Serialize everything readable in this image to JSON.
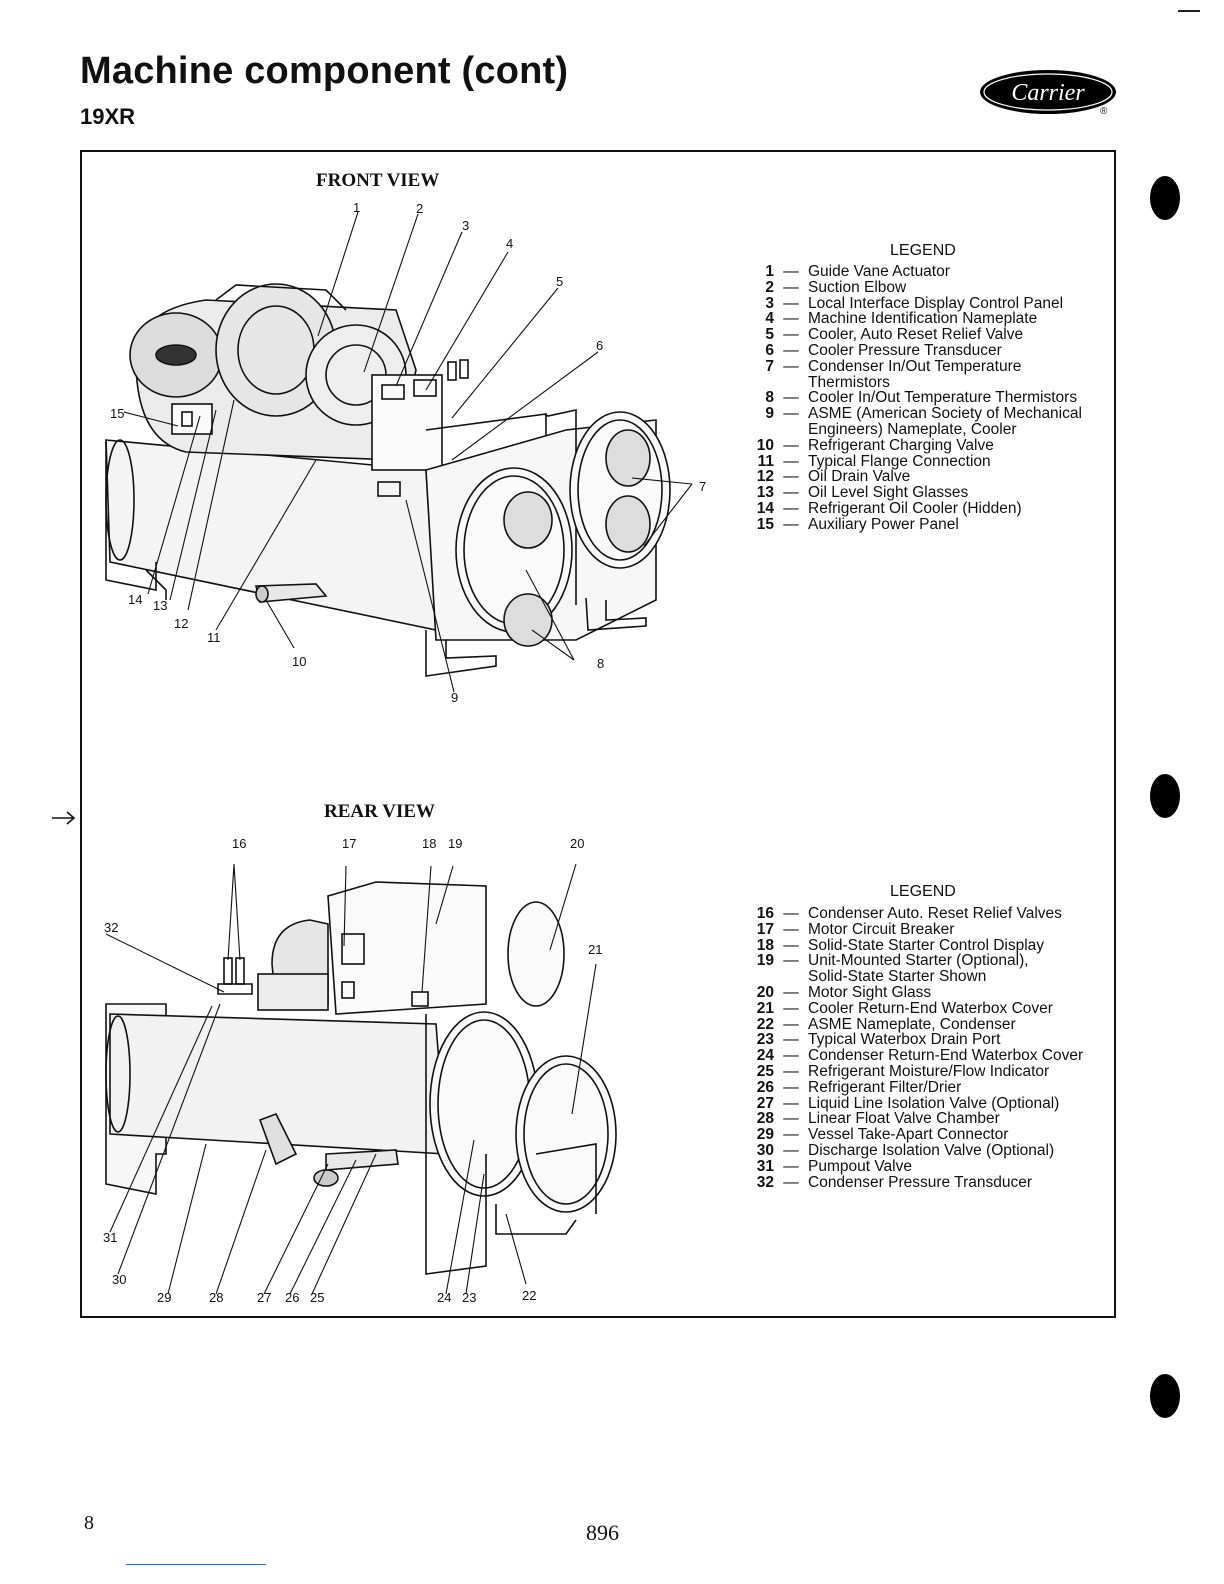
{
  "header": {
    "title": "Machine component (cont)",
    "subtitle": "19XR",
    "logo_text": "Carrier",
    "logo_mark": "®"
  },
  "front_view": {
    "title": "FRONT VIEW",
    "legend_title": "LEGEND",
    "legend": [
      {
        "num": "1",
        "text": "Guide Vane Actuator"
      },
      {
        "num": "2",
        "text": "Suction Elbow"
      },
      {
        "num": "3",
        "text": "Local Interface Display Control Panel"
      },
      {
        "num": "4",
        "text": "Machine Identification Nameplate"
      },
      {
        "num": "5",
        "text": "Cooler, Auto Reset Relief Valve"
      },
      {
        "num": "6",
        "text": "Cooler Pressure Transducer"
      },
      {
        "num": "7",
        "text": "Condenser In/Out Temperature",
        "cont": "Thermistors"
      },
      {
        "num": "8",
        "text": "Cooler In/Out Temperature Thermistors"
      },
      {
        "num": "9",
        "text": "ASME (American Society of Mechanical",
        "cont": "Engineers) Nameplate, Cooler"
      },
      {
        "num": "10",
        "text": "Refrigerant Charging Valve"
      },
      {
        "num": "11",
        "text": "Typical Flange Connection"
      },
      {
        "num": "12",
        "text": "Oil Drain Valve"
      },
      {
        "num": "13",
        "text": "Oil Level Sight Glasses"
      },
      {
        "num": "14",
        "text": "Refrigerant Oil Cooler (Hidden)"
      },
      {
        "num": "15",
        "text": "Auxiliary Power Panel"
      }
    ],
    "callouts": {
      "c1": "1",
      "c2": "2",
      "c3": "3",
      "c4": "4",
      "c5": "5",
      "c6": "6",
      "c7": "7",
      "c8": "8",
      "c9": "9",
      "c10": "10",
      "c11": "11",
      "c12": "12",
      "c13": "13",
      "c14": "14",
      "c15": "15"
    }
  },
  "rear_view": {
    "title": "REAR VIEW",
    "legend_title": "LEGEND",
    "legend": [
      {
        "num": "16",
        "text": "Condenser Auto. Reset Relief Valves"
      },
      {
        "num": "17",
        "text": "Motor Circuit Breaker"
      },
      {
        "num": "18",
        "text": "Solid-State Starter Control Display"
      },
      {
        "num": "19",
        "text": "Unit-Mounted Starter (Optional),",
        "cont": "Solid-State Starter Shown"
      },
      {
        "num": "20",
        "text": "Motor Sight Glass"
      },
      {
        "num": "21",
        "text": "Cooler Return-End Waterbox Cover"
      },
      {
        "num": "22",
        "text": "ASME Nameplate, Condenser"
      },
      {
        "num": "23",
        "text": "Typical Waterbox Drain Port"
      },
      {
        "num": "24",
        "text": "Condenser Return-End Waterbox Cover"
      },
      {
        "num": "25",
        "text": "Refrigerant Moisture/Flow Indicator"
      },
      {
        "num": "26",
        "text": "Refrigerant Filter/Drier"
      },
      {
        "num": "27",
        "text": "Liquid Line Isolation Valve (Optional)"
      },
      {
        "num": "28",
        "text": "Linear Float Valve Chamber"
      },
      {
        "num": "29",
        "text": "Vessel Take-Apart Connector"
      },
      {
        "num": "30",
        "text": "Discharge Isolation Valve (Optional)"
      },
      {
        "num": "31",
        "text": "Pumpout Valve"
      },
      {
        "num": "32",
        "text": "Condenser Pressure Transducer"
      }
    ],
    "callouts": {
      "c16": "16",
      "c17": "17",
      "c18": "18",
      "c19": "19",
      "c20": "20",
      "c21": "21",
      "c22": "22",
      "c23": "23",
      "c24": "24",
      "c25": "25",
      "c26": "26",
      "c27": "27",
      "c28": "28",
      "c29": "29",
      "c30": "30",
      "c31": "31",
      "c32": "32"
    }
  },
  "footer": {
    "page_left": "8",
    "page_center": "896"
  }
}
